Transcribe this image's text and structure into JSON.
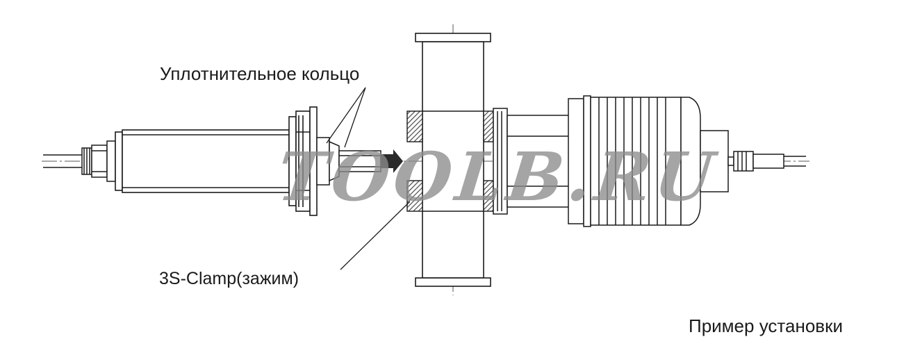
{
  "labels": {
    "seal_ring": "Уплотнительное кольцо",
    "clamp": "3S-Clamp(зажим)",
    "caption": "Пример установки"
  },
  "watermark": "TOOLB.RU",
  "colors": {
    "line": "#1a1a1a",
    "hatch": "#4a4a4a",
    "watermark": "#8c8c8c"
  }
}
